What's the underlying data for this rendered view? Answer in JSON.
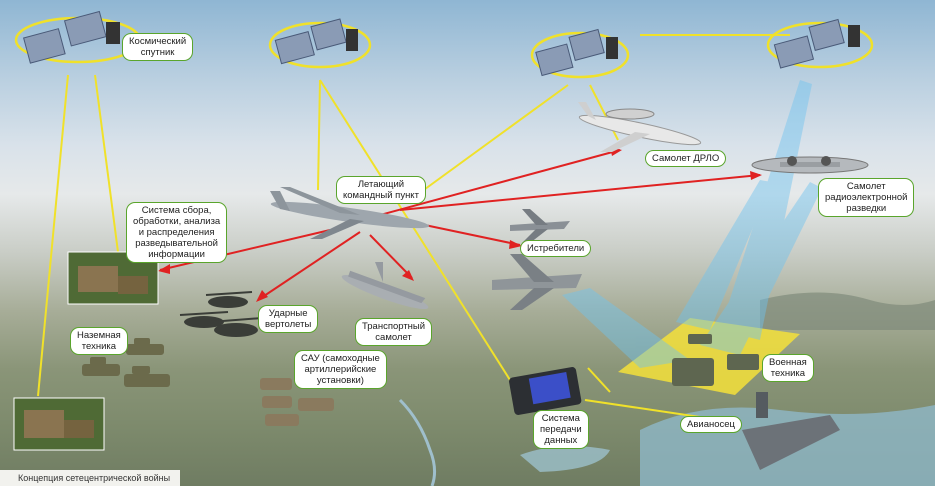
{
  "labels": {
    "satellite": "Космический\nспутник",
    "command_post": "Летающий\nкомандный пункт",
    "info_system": "Система сбора,\nобработки, анализа\nи распределения\nразведывательной\nинформации",
    "awacs": "Самолет ДРЛО",
    "recon_plane": "Самолет\nрадиоэлектронной\nразведки",
    "fighters": "Истребители",
    "attack_helicopters": "Ударные\nвертолеты",
    "transport_plane": "Транспортный\nсамолет",
    "ground_vehicles": "Наземная\nтехника",
    "spg": "САУ (самоходные\nартиллерийские\nустановки)",
    "data_system": "Система\nпередачи\nданных",
    "military_vehicles": "Военная\nтехника",
    "carrier": "Авианосец"
  },
  "footer": "Концепция сетецентрической войны",
  "colors": {
    "satellite_link": "#f0e12a",
    "command_link": "#e02222",
    "sensor_beam": "#6fc3f0",
    "label_border": "#5aa52c",
    "target_zone": "#f5e03a"
  }
}
